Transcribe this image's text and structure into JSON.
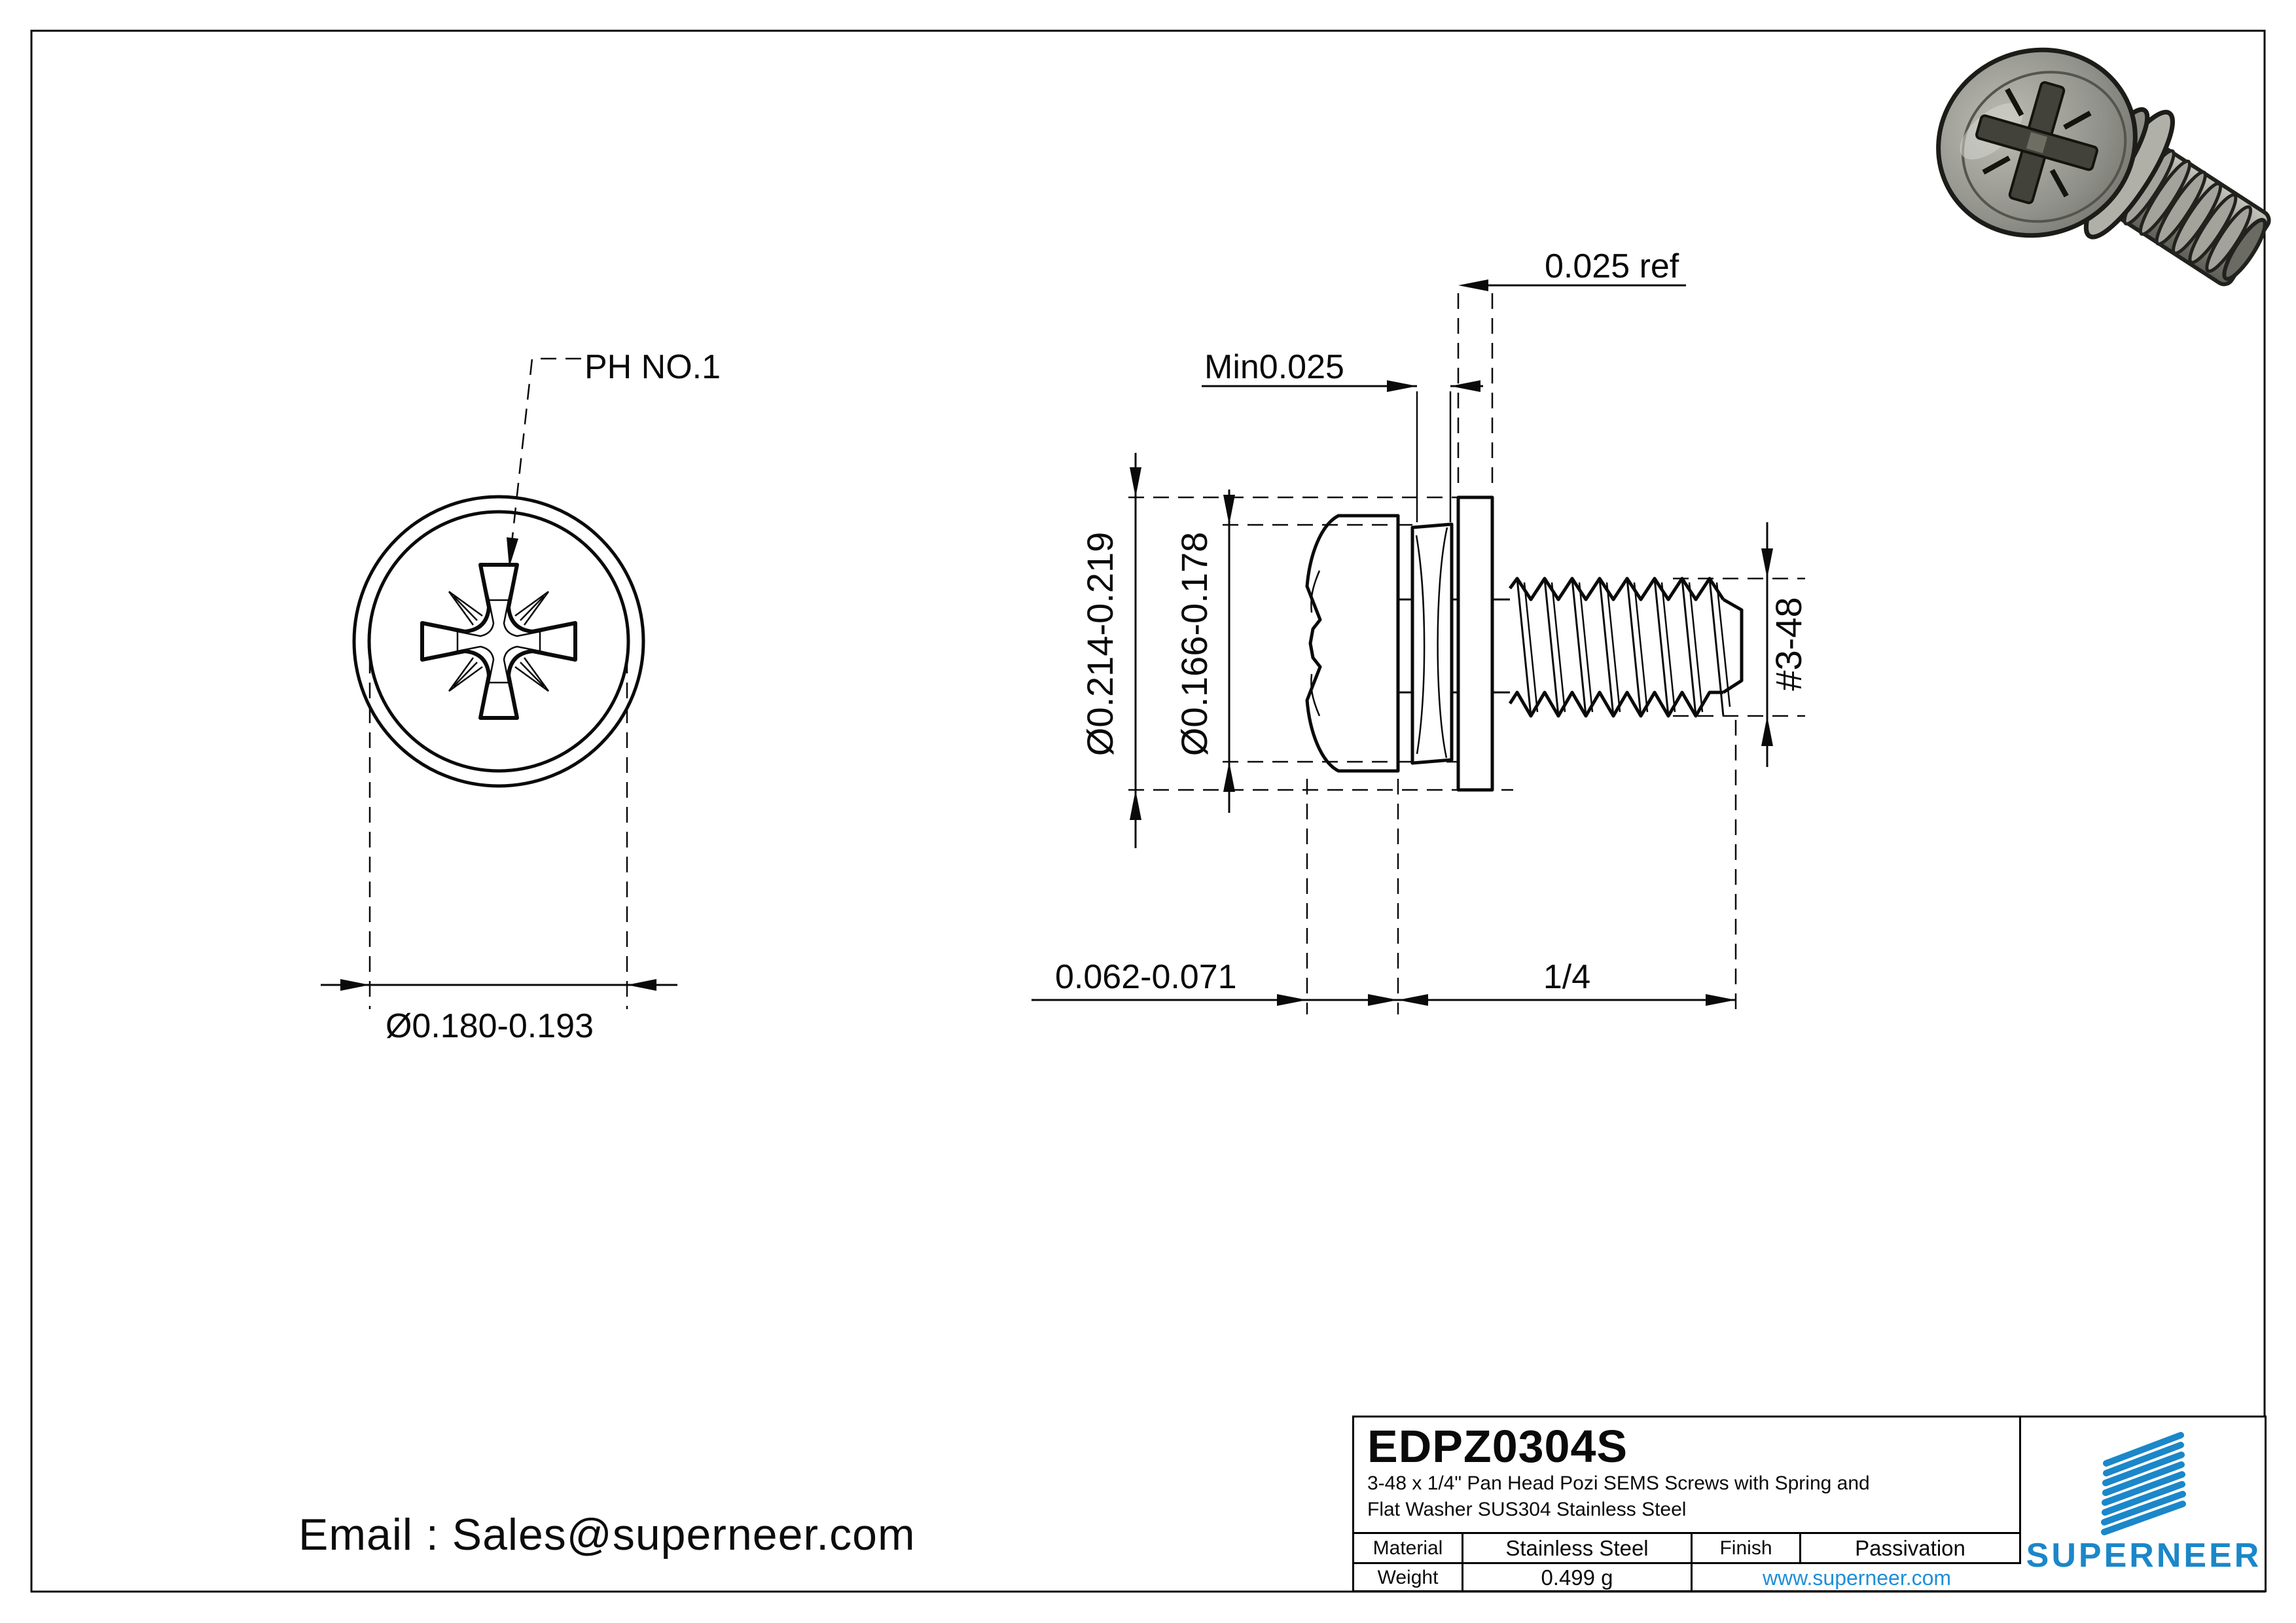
{
  "drawing": {
    "top_view": {
      "recess_label": "PH NO.1",
      "head_diameter": "Ø0.180-0.193"
    },
    "side_view": {
      "washer_thickness_ref": "0.025 ref",
      "spring_thickness_min": "Min0.025",
      "flat_washer_od": "Ø0.214-0.219",
      "spring_washer_od": "Ø0.166-0.178",
      "thread_size": "#3-48",
      "head_height": "0.062-0.071",
      "thread_length": "1/4"
    }
  },
  "title_block": {
    "part_number": "EDPZ0304S",
    "description_line1": "3-48 x 1/4\" Pan Head Pozi SEMS Screws with Spring and",
    "description_line2": "Flat Washer SUS304 Stainless Steel",
    "material_label": "Material",
    "material_value": "Stainless Steel",
    "finish_label": "Finish",
    "finish_value": "Passivation",
    "weight_label": "Weight",
    "weight_value": "0.499 g",
    "website": "www.superneer.com",
    "brand_name": "SUPERNEER"
  },
  "contact": {
    "email": "Email : Sales@superneer.com"
  },
  "colors": {
    "line_black": "#0a0a0a",
    "brand_blue": "#1b87c9",
    "link_blue": "#1f8ed8"
  }
}
